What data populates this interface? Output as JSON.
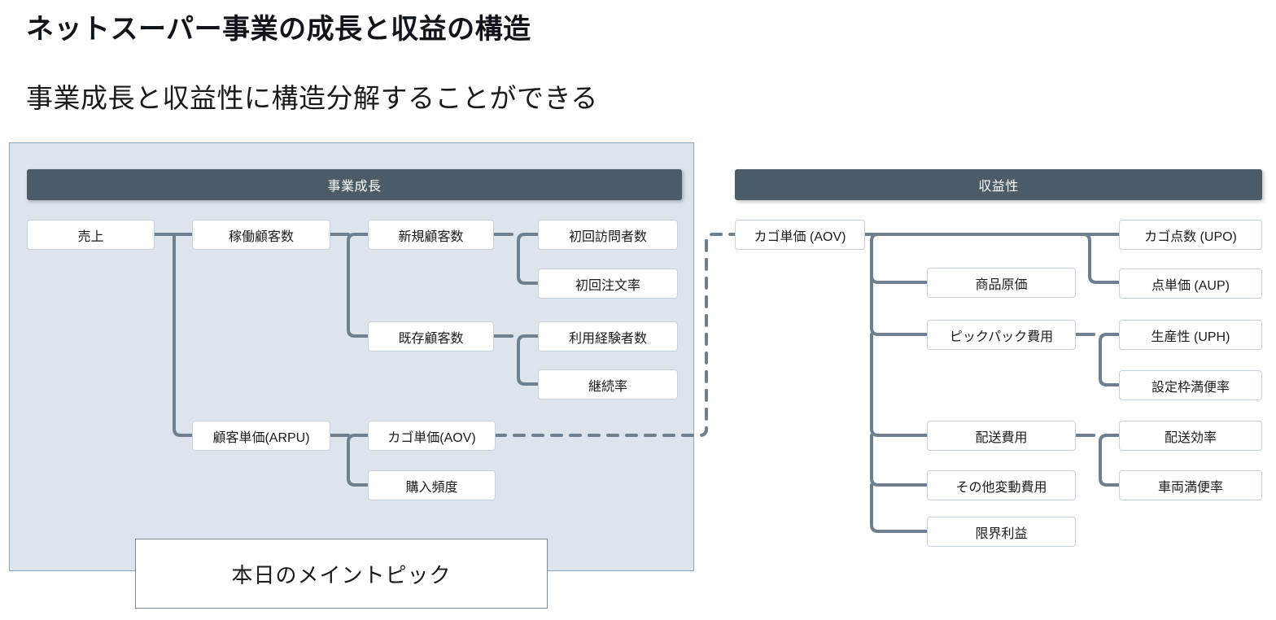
{
  "slide": {
    "title": "ネットスーパー事業の成長と収益の構造",
    "subtitle": "事業成長と収益性に構造分解することができる",
    "callout": "本日のメイントピック"
  },
  "colors": {
    "panel_background": "#dde4ec",
    "panel_border": "#8fa6bb",
    "header_background": "#4c5b68",
    "header_text": "#ffffff",
    "node_background": "#ffffff",
    "node_border": "#c6d2de",
    "connector": "#6f7f8d",
    "callout_border": "#7d8b99"
  },
  "growth_panel": {
    "header": "事業成長",
    "nodes": {
      "revenue": "売上",
      "active_customers": "稼働顧客数",
      "new_customers": "新規顧客数",
      "first_visitors": "初回訪問者数",
      "first_order_rate": "初回注文率",
      "existing_customers": "既存顧客数",
      "experienced_users": "利用経験者数",
      "retention_rate": "継続率",
      "arpu": "顧客単価(ARPU)",
      "aov": "カゴ単価(AOV)",
      "purchase_frequency": "購入頻度"
    }
  },
  "profit_panel": {
    "header": "収益性",
    "nodes": {
      "aov": "カゴ単価 (AOV)",
      "upo": "カゴ点数 (UPO)",
      "aup": "点単価 (AUP)",
      "cogs": "商品原価",
      "pickpack_cost": "ピックパック費用",
      "uph": "生産性 (UPH)",
      "slot_fill_rate": "設定枠満便率",
      "delivery_cost": "配送費用",
      "delivery_efficiency": "配送効率",
      "vehicle_fill_rate": "車両満便率",
      "other_variable_cost": "その他変動費用",
      "contribution_margin": "限界利益"
    }
  },
  "link": {
    "style": "dashed",
    "from": "growth_panel.nodes.aov",
    "to": "profit_panel.nodes.aov"
  }
}
